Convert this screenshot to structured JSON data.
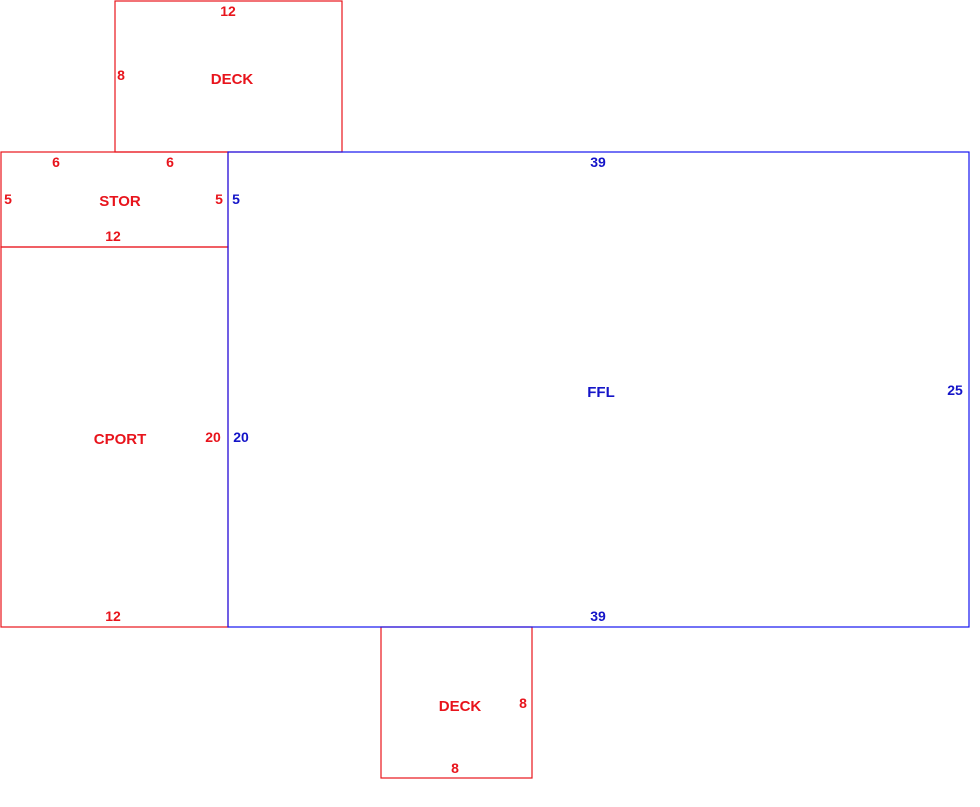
{
  "colors": {
    "addition": "#e8141c",
    "main_living_area": "#1414c8"
  },
  "areas": {
    "deck_top": {
      "label": "DECK",
      "dims": {
        "top": "12",
        "left": "8"
      }
    },
    "stor": {
      "label": "STOR",
      "dims": {
        "top_left": "6",
        "top_right": "6",
        "left": "5",
        "right": "5",
        "bottom": "12"
      }
    },
    "cport": {
      "label": "CPORT",
      "dims": {
        "right": "20",
        "bottom": "12"
      }
    },
    "ffl": {
      "label": "FFL",
      "dims": {
        "top": "39",
        "left_top": "5",
        "left_bottom": "20",
        "right": "25",
        "bottom": "39"
      }
    },
    "deck_bottom": {
      "label": "DECK",
      "dims": {
        "right": "8",
        "bottom": "8"
      }
    }
  }
}
